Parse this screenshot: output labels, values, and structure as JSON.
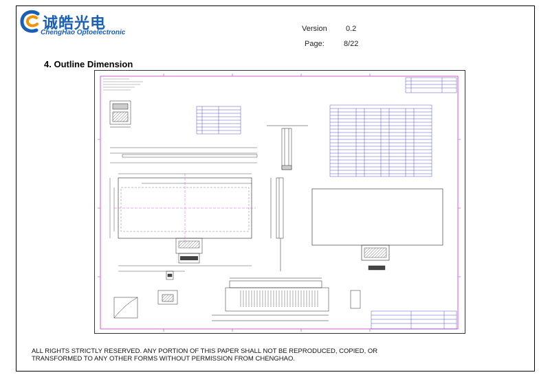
{
  "header": {
    "logo_cn": "诚皓光电",
    "logo_en": "ChengHao Optoelectronic",
    "version_label": "Version",
    "version_value": "0.2",
    "page_label": "Page:",
    "page_value": "8/22"
  },
  "section": {
    "title": "4.   Outline Dimension"
  },
  "footer": {
    "notice": "ALL RIGHTS STRICTLY RESERVED. ANY PORTION OF THIS PAPER SHALL NOT BE REPRODUCED, COPIED, OR TRANSFORMED TO ANY OTHER FORMS WITHOUT PERMISSION FROM CHENGHAO."
  },
  "colors": {
    "brand_blue": "#1a5fb4",
    "drawing_border": "#cc33cc",
    "table_blue": "#2a2ab8"
  }
}
